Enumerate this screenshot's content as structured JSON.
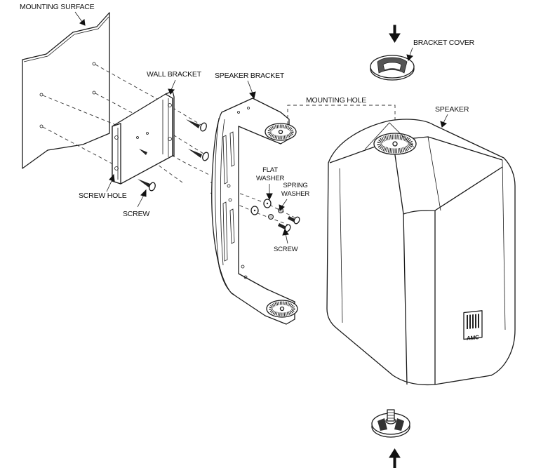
{
  "diagram": {
    "title": "Speaker wall-mount exploded installation diagram",
    "labels": {
      "mounting_surface": "MOUNTING SURFACE",
      "wall_bracket": "WALL BRACKET",
      "speaker_bracket": "SPEAKER BRACKET",
      "mounting_hole": "MOUNTING HOLE",
      "bracket_cover": "BRACKET COVER",
      "speaker": "SPEAKER",
      "flat_washer_line1": "FLAT",
      "flat_washer_line2": "WASHER",
      "spring_washer_line1": "SPRING",
      "spring_washer_line2": "WASHER",
      "screw_hole": "SCREW HOLE",
      "screw_wall": "SCREW",
      "screw_speaker": "SCREW"
    },
    "logo_text": "AMC",
    "arrows": [
      {
        "name": "bracket-cover-insert-arrow",
        "direction": "down"
      },
      {
        "name": "knob-insert-arrow",
        "direction": "up"
      }
    ]
  }
}
